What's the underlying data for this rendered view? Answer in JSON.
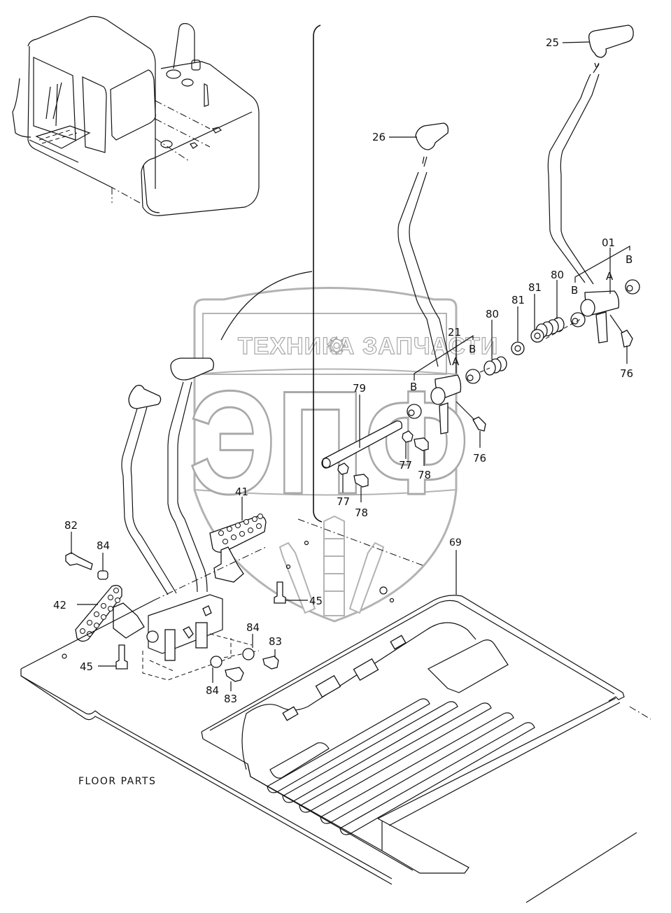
{
  "diagram": {
    "title": "FLOOR PARTS",
    "watermark": {
      "left_text": "ТЕХНИКА",
      "right_text": "ЗАПЧАСТИ",
      "gear_icon": "gear-icon",
      "logo_letters": "ЭПФ",
      "color": "#a9a9a9"
    },
    "callouts": [
      {
        "id": "25",
        "label": "25",
        "part": "lever knob (right)"
      },
      {
        "id": "26",
        "label": "26",
        "part": "lever knob (left)"
      },
      {
        "id": "01",
        "label": "01",
        "part": "lever assembly right",
        "sub": [
          "A",
          "B",
          "B"
        ]
      },
      {
        "id": "21",
        "label": "21",
        "part": "lever assembly left",
        "sub": [
          "A",
          "B",
          "B"
        ]
      },
      {
        "id": "80a",
        "label": "80",
        "part": "spring"
      },
      {
        "id": "81a",
        "label": "81",
        "part": "washer"
      },
      {
        "id": "81b",
        "label": "81",
        "part": "washer"
      },
      {
        "id": "80b",
        "label": "80",
        "part": "spring"
      },
      {
        "id": "76a",
        "label": "76",
        "part": "grease fitting"
      },
      {
        "id": "76b",
        "label": "76",
        "part": "grease fitting"
      },
      {
        "id": "79",
        "label": "79",
        "part": "shaft"
      },
      {
        "id": "77a",
        "label": "77",
        "part": "nut"
      },
      {
        "id": "78a",
        "label": "78",
        "part": "bolt"
      },
      {
        "id": "77b",
        "label": "77",
        "part": "nut"
      },
      {
        "id": "78b",
        "label": "78",
        "part": "bolt"
      },
      {
        "id": "41",
        "label": "41",
        "part": "pedal"
      },
      {
        "id": "42",
        "label": "42",
        "part": "pedal"
      },
      {
        "id": "82",
        "label": "82",
        "part": "bolt"
      },
      {
        "id": "84a",
        "label": "84",
        "part": "collar"
      },
      {
        "id": "45a",
        "label": "45",
        "part": "bolt"
      },
      {
        "id": "45b",
        "label": "45",
        "part": "bolt"
      },
      {
        "id": "84b",
        "label": "84",
        "part": "collar"
      },
      {
        "id": "83a",
        "label": "83",
        "part": "bolt"
      },
      {
        "id": "84c",
        "label": "84",
        "part": "collar"
      },
      {
        "id": "83b",
        "label": "83",
        "part": "bolt"
      },
      {
        "id": "69",
        "label": "69",
        "part": "floor mat"
      }
    ],
    "sublabels": {
      "A": "A",
      "B": "B"
    }
  }
}
